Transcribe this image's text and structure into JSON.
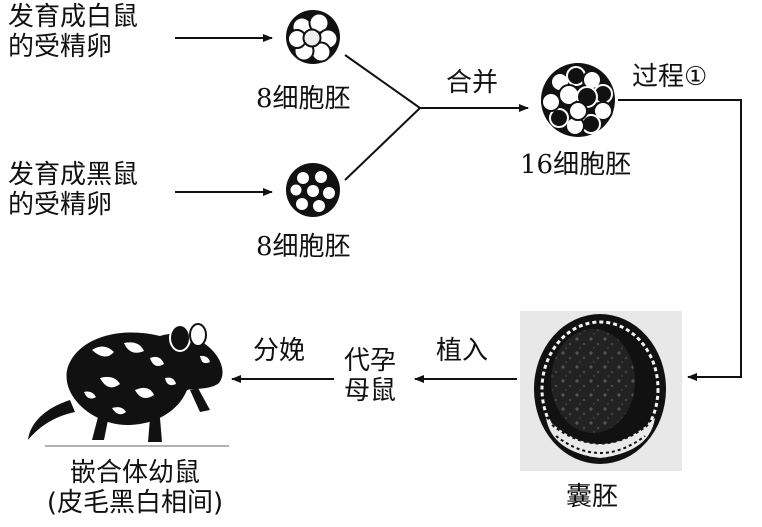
{
  "colors": {
    "ink": "#111111",
    "background": "#ffffff"
  },
  "egg_white": {
    "line1": "发育成白鼠",
    "line2": "的受精卵"
  },
  "egg_black": {
    "line1": "发育成黑鼠",
    "line2": "的受精卵"
  },
  "embryo_white_label": "8细胞胚",
  "embryo_black_label": "8细胞胚",
  "merge_label": "合并",
  "embryo_16_label": "16细胞胚",
  "process_label": "过程①",
  "blastocyst_label": "囊胚",
  "implant_label": "植入",
  "surrogate": {
    "line1": "代孕",
    "line2": "母鼠"
  },
  "birth_label": "分娩",
  "chimera": {
    "line1": "嵌合体幼鼠",
    "line2": "(皮毛黑白相间)"
  },
  "icons": [
    "white-8-cell-embryo-icon",
    "black-8-cell-embryo-icon",
    "16-cell-embryo-icon",
    "blastocyst-icon",
    "chimera-mouse-icon"
  ]
}
